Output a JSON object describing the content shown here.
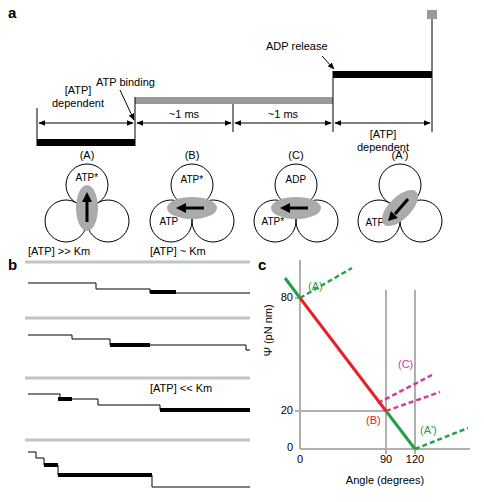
{
  "diagram": {
    "nodes": [
      {
        "text": [
          "ATP*"
        ]
      },
      {
        "text": [
          "ATP*"
        ]
      },
      {
        "text": [
          "ATP"
        ]
      },
      {
        "text": [
          "ADP"
        ]
      },
      {
        "text": [
          "ATP*"
        ]
      },
      {
        "text": [
          "ATP*"
        ]
      }
    ],
    "labels": [
      "a",
      "ATP binding",
      "ADP release",
      "[ATP] dependent",
      "~1 ms",
      "~1 ms",
      "[ATP] dependent",
      "(A)",
      "(B)",
      "(C)",
      "(A')",
      "b",
      "[ATP] >> Km",
      "[ATP] ~ Km",
      "[ATP] << Km",
      "c",
      "Ψ (pN nm)",
      "80",
      "20",
      "0",
      "0",
      "90",
      "120",
      "Angle (degrees)",
      "(A)",
      "(B)",
      "(C)",
      "(A')"
    ]
  }
}
